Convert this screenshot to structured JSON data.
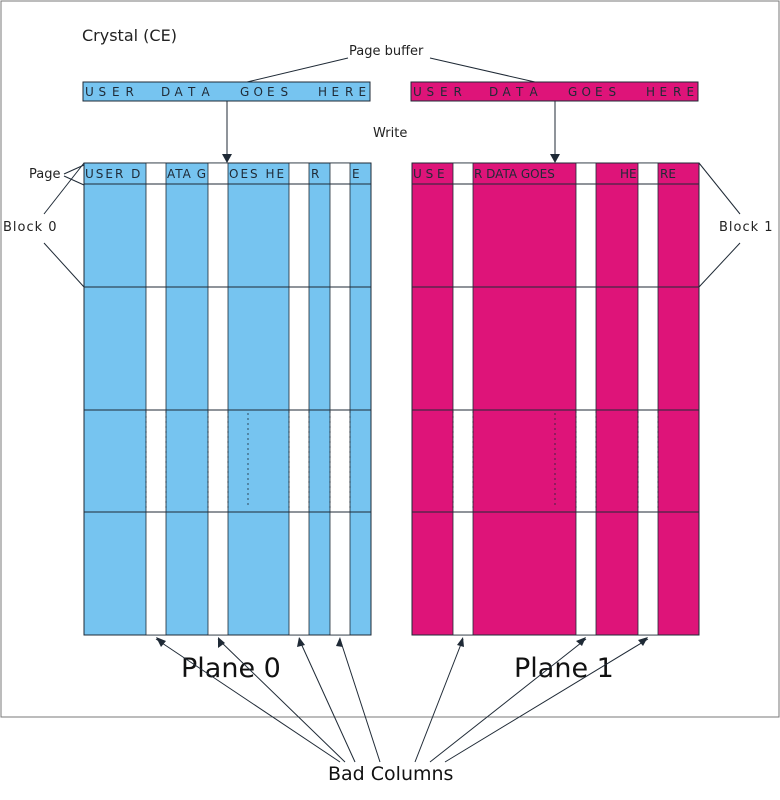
{
  "diagram": {
    "crystal_label": "Crystal (CE)",
    "page_buffer_label": "Page  buffer",
    "write_label": "Write",
    "page_label": "Page",
    "block0_label": "Block  0",
    "block1_label": "Block  1",
    "plane0_label": "Plane 0",
    "plane1_label": "Plane 1",
    "bad_columns_label": "Bad Columns",
    "buffer0_text": [
      "U",
      "S",
      "E",
      "R",
      "D",
      "A",
      "T",
      "A",
      "G",
      "O",
      "E",
      "S",
      "H",
      "E",
      "R",
      "E"
    ],
    "buffer1_text": [
      "U",
      "S",
      "E",
      "R",
      "D",
      "A",
      "T",
      "A",
      "G",
      "O",
      "E",
      "S",
      "H",
      "E",
      "R",
      "E"
    ],
    "page0_segments": [
      "USER  D",
      "ATA G",
      "OES  HE",
      "R",
      "E"
    ],
    "page1_segments": [
      "U  S  E",
      "R  DATA  GOES",
      "HE",
      "RE"
    ]
  },
  "colors": {
    "plane0": "#76c4f0",
    "plane1": "#de1479",
    "line": "#1f2a36",
    "frame": "#7a7a7a"
  }
}
